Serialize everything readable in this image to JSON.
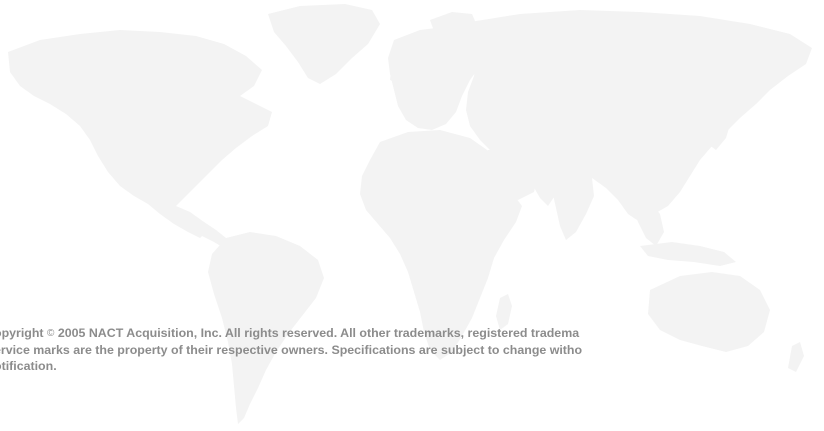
{
  "background": {
    "image": "world-map-watermark",
    "map_color": "#f3f3f3",
    "page_color": "#ffffff"
  },
  "copyright": {
    "line1_prefix": "opyright",
    "symbol": "©",
    "line1_rest": "2005 NACT Acquisition, Inc.   All rights reserved.  All other trademarks, registered tradema",
    "line2": "ervice marks are the property of their respective owners.  Specifications are subject to change witho",
    "line3": "otification.",
    "text_color": "#8c8c8c"
  }
}
